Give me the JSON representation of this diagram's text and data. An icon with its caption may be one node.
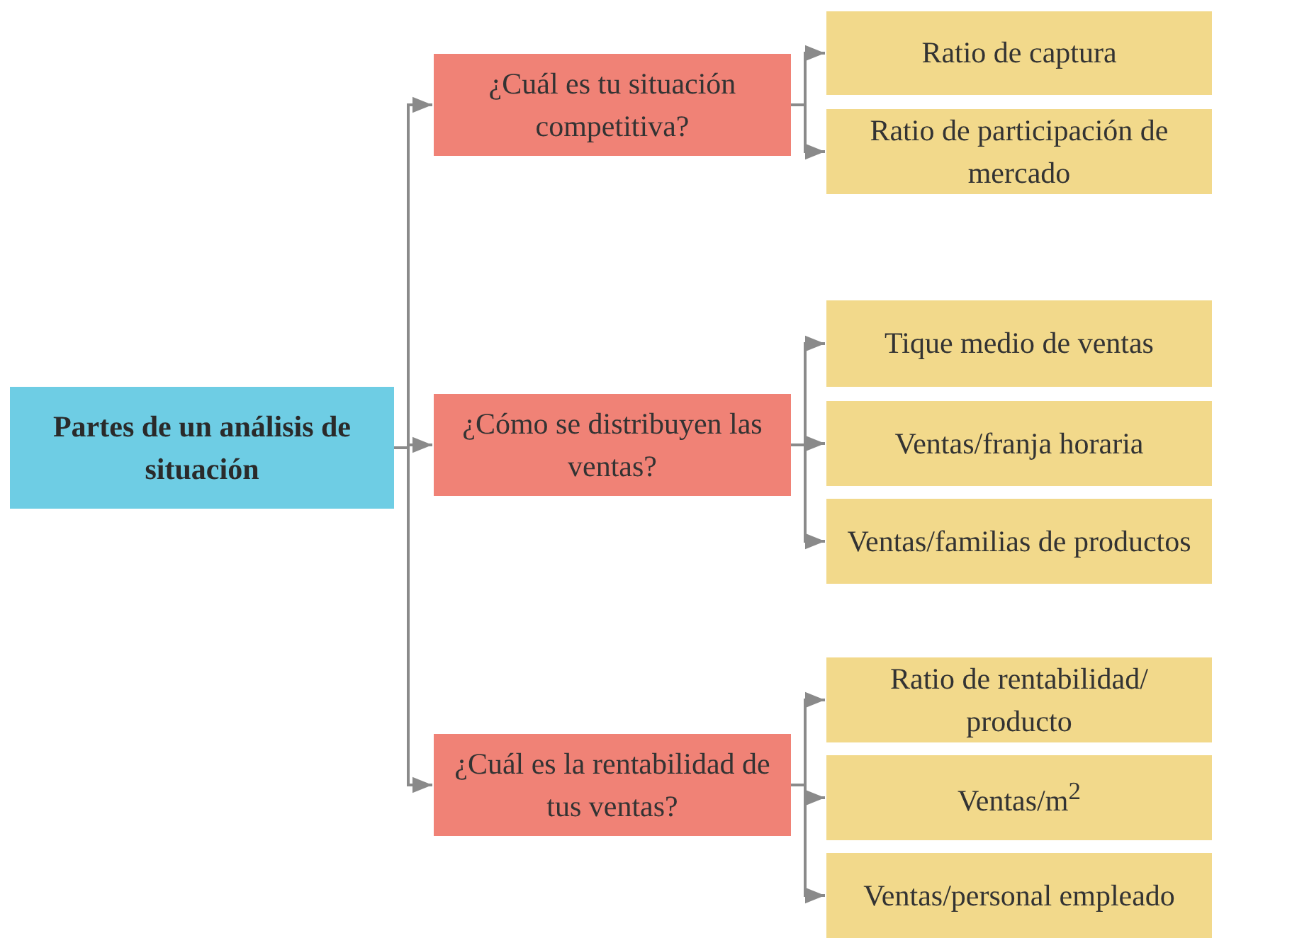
{
  "diagram": {
    "nodes": [
      {
        "text": [
          "Partes de un análisis de situación"
        ]
      },
      {
        "text": [
          "¿Cuál es tu situación competitiva?"
        ]
      },
      {
        "text": [
          "Ratio de captura"
        ]
      },
      {
        "text": [
          "Ratio de participación de mercado"
        ]
      },
      {
        "text": [
          "¿Cómo se distribuyen las ventas?"
        ]
      },
      {
        "text": [
          "Tique medio de ventas"
        ]
      },
      {
        "text": [
          "Ventas/franja horaria"
        ]
      },
      {
        "text": [
          "Ventas/familias de productos"
        ]
      },
      {
        "text": [
          "¿Cuál es la rentabilidad de tus ventas?"
        ]
      },
      {
        "text": [
          "Ratio de rentabilidad/ producto"
        ]
      },
      {
        "text": [
          "Ventas/m$^{2}$"
        ]
      },
      {
        "text": [
          "Ventas/personal empleado"
        ]
      }
    ],
    "edges": [
      {
        "from": 0,
        "to": 1,
        "arrow": "to"
      },
      {
        "from": 0,
        "to": 4,
        "arrow": "to"
      },
      {
        "from": 0,
        "to": 8,
        "arrow": "to"
      },
      {
        "from": 1,
        "to": 2,
        "arrow": "to"
      },
      {
        "from": 1,
        "to": 3,
        "arrow": "to"
      },
      {
        "from": 4,
        "to": 5,
        "arrow": "to"
      },
      {
        "from": 4,
        "to": 6,
        "arrow": "to"
      },
      {
        "from": 4,
        "to": 7,
        "arrow": "to"
      },
      {
        "from": 8,
        "to": 9,
        "arrow": "to"
      },
      {
        "from": 8,
        "to": 10,
        "arrow": "to"
      },
      {
        "from": 8,
        "to": 11,
        "arrow": "to"
      }
    ]
  }
}
